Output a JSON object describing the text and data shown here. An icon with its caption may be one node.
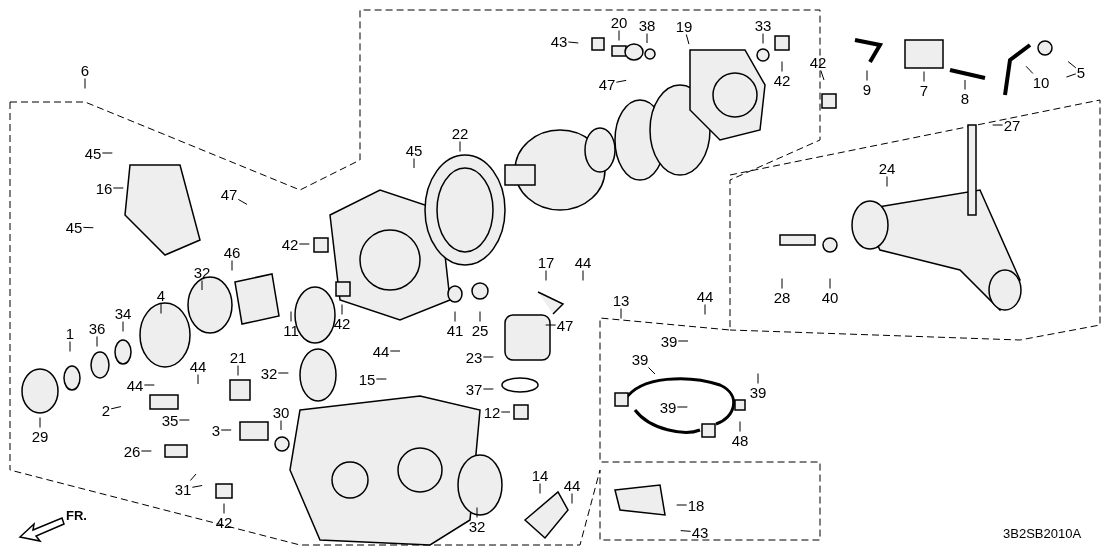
{
  "diagram": {
    "nodes": [
      {
        "text": [
          "6"
        ]
      },
      {
        "text": [
          "43"
        ]
      },
      {
        "text": [
          "20"
        ]
      },
      {
        "text": [
          "38"
        ]
      },
      {
        "text": [
          "19"
        ]
      },
      {
        "text": [
          "33"
        ]
      },
      {
        "text": [
          "47"
        ]
      },
      {
        "text": [
          "42"
        ]
      },
      {
        "text": [
          "42"
        ]
      },
      {
        "text": [
          "9"
        ]
      },
      {
        "text": [
          "7"
        ]
      },
      {
        "text": [
          "8"
        ]
      },
      {
        "text": [
          "5"
        ]
      },
      {
        "text": [
          "10"
        ]
      },
      {
        "text": [
          "45"
        ]
      },
      {
        "text": [
          "22"
        ]
      },
      {
        "text": [
          "45"
        ]
      },
      {
        "text": [
          "16"
        ]
      },
      {
        "text": [
          "27"
        ]
      },
      {
        "text": [
          "24"
        ]
      },
      {
        "text": [
          "47"
        ]
      },
      {
        "text": [
          "45"
        ]
      },
      {
        "text": [
          "42"
        ]
      },
      {
        "text": [
          "46"
        ]
      },
      {
        "text": [
          "17"
        ]
      },
      {
        "text": [
          "44"
        ]
      },
      {
        "text": [
          "32"
        ]
      },
      {
        "text": [
          "13"
        ]
      },
      {
        "text": [
          "44"
        ]
      },
      {
        "text": [
          "4"
        ]
      },
      {
        "text": [
          "28"
        ]
      },
      {
        "text": [
          "40"
        ]
      },
      {
        "text": [
          "34"
        ]
      },
      {
        "text": [
          "11"
        ]
      },
      {
        "text": [
          "42"
        ]
      },
      {
        "text": [
          "41"
        ]
      },
      {
        "text": [
          "25"
        ]
      },
      {
        "text": [
          "47"
        ]
      },
      {
        "text": [
          "1"
        ]
      },
      {
        "text": [
          "36"
        ]
      },
      {
        "text": [
          "39"
        ]
      },
      {
        "text": [
          "44"
        ]
      },
      {
        "text": [
          "23"
        ]
      },
      {
        "text": [
          "21"
        ]
      },
      {
        "text": [
          "39"
        ]
      },
      {
        "text": [
          "44"
        ]
      },
      {
        "text": [
          "32"
        ]
      },
      {
        "text": [
          "15"
        ]
      },
      {
        "text": [
          "44"
        ]
      },
      {
        "text": [
          "37"
        ]
      },
      {
        "text": [
          "39"
        ]
      },
      {
        "text": [
          "39"
        ]
      },
      {
        "text": [
          "2"
        ]
      },
      {
        "text": [
          "12"
        ]
      },
      {
        "text": [
          "30"
        ]
      },
      {
        "text": [
          "35"
        ]
      },
      {
        "text": [
          "3"
        ]
      },
      {
        "text": [
          "29"
        ]
      },
      {
        "text": [
          "48"
        ]
      },
      {
        "text": [
          "26"
        ]
      },
      {
        "text": [
          "14"
        ]
      },
      {
        "text": [
          "44"
        ]
      },
      {
        "text": [
          "31"
        ]
      },
      {
        "text": [
          "18"
        ]
      },
      {
        "text": [
          "42"
        ]
      },
      {
        "text": [
          "32"
        ]
      },
      {
        "text": [
          "43"
        ]
      }
    ],
    "edges": [
      {
        "from": 0,
        "to": null,
        "arrow": "none"
      },
      {
        "from": 1,
        "to": null,
        "arrow": "none"
      },
      {
        "from": 2,
        "to": null,
        "arrow": "none"
      },
      {
        "from": 3,
        "to": null,
        "arrow": "none"
      },
      {
        "from": 4,
        "to": null,
        "arrow": "none"
      },
      {
        "from": 5,
        "to": null,
        "arrow": "none"
      },
      {
        "from": 6,
        "to": null,
        "arrow": "none"
      },
      {
        "from": 7,
        "to": null,
        "arrow": "none"
      },
      {
        "from": 8,
        "to": null,
        "arrow": "none"
      },
      {
        "from": 9,
        "to": null,
        "arrow": "none"
      },
      {
        "from": 10,
        "to": null,
        "arrow": "none"
      },
      {
        "from": 11,
        "to": null,
        "arrow": "none"
      },
      {
        "from": 12,
        "to": null,
        "arrow": "none"
      },
      {
        "from": 12,
        "to": null,
        "arrow": "none"
      },
      {
        "from": 13,
        "to": null,
        "arrow": "none"
      },
      {
        "from": 14,
        "to": null,
        "arrow": "none"
      },
      {
        "from": 15,
        "to": null,
        "arrow": "none"
      },
      {
        "from": 16,
        "to": null,
        "arrow": "none"
      },
      {
        "from": 17,
        "to": null,
        "arrow": "none"
      },
      {
        "from": 18,
        "to": null,
        "arrow": "none"
      },
      {
        "from": 19,
        "to": null,
        "arrow": "none"
      },
      {
        "from": 20,
        "to": null,
        "arrow": "none"
      },
      {
        "from": 21,
        "to": null,
        "arrow": "none"
      },
      {
        "from": 22,
        "to": null,
        "arrow": "none"
      },
      {
        "from": 23,
        "to": null,
        "arrow": "none"
      },
      {
        "from": 24,
        "to": null,
        "arrow": "none"
      },
      {
        "from": 25,
        "to": null,
        "arrow": "none"
      },
      {
        "from": 26,
        "to": null,
        "arrow": "none"
      },
      {
        "from": 27,
        "to": null,
        "arrow": "none"
      },
      {
        "from": 28,
        "to": null,
        "arrow": "none"
      },
      {
        "from": 29,
        "to": null,
        "arrow": "none"
      },
      {
        "from": 30,
        "to": null,
        "arrow": "none"
      },
      {
        "from": 31,
        "to": null,
        "arrow": "none"
      },
      {
        "from": 32,
        "to": null,
        "arrow": "none"
      },
      {
        "from": 33,
        "to": null,
        "arrow": "none"
      },
      {
        "from": 34,
        "to": null,
        "arrow": "none"
      },
      {
        "from": 35,
        "to": null,
        "arrow": "none"
      },
      {
        "from": 36,
        "to": null,
        "arrow": "none"
      },
      {
        "from": 37,
        "to": null,
        "arrow": "none"
      },
      {
        "from": 38,
        "to": null,
        "arrow": "none"
      },
      {
        "from": 39,
        "to": null,
        "arrow": "none"
      },
      {
        "from": 40,
        "to": null,
        "arrow": "none"
      },
      {
        "from": 41,
        "to": null,
        "arrow": "none"
      },
      {
        "from": 42,
        "to": null,
        "arrow": "none"
      },
      {
        "from": 43,
        "to": null,
        "arrow": "none"
      },
      {
        "from": 44,
        "to": null,
        "arrow": "none"
      },
      {
        "from": 45,
        "to": null,
        "arrow": "none"
      },
      {
        "from": 46,
        "to": null,
        "arrow": "none"
      },
      {
        "from": 47,
        "to": null,
        "arrow": "none"
      },
      {
        "from": 48,
        "to": null,
        "arrow": "none"
      },
      {
        "from": 49,
        "to": null,
        "arrow": "none"
      },
      {
        "from": 50,
        "to": null,
        "arrow": "none"
      },
      {
        "from": 51,
        "to": null,
        "arrow": "none"
      },
      {
        "from": 52,
        "to": null,
        "arrow": "none"
      },
      {
        "from": 53,
        "to": null,
        "arrow": "none"
      },
      {
        "from": 54,
        "to": null,
        "arrow": "none"
      },
      {
        "from": 55,
        "to": null,
        "arrow": "none"
      },
      {
        "from": 56,
        "to": null,
        "arrow": "none"
      },
      {
        "from": 57,
        "to": null,
        "arrow": "none"
      },
      {
        "from": 58,
        "to": null,
        "arrow": "none"
      },
      {
        "from": 59,
        "to": null,
        "arrow": "none"
      },
      {
        "from": 60,
        "to": null,
        "arrow": "none"
      },
      {
        "from": 61,
        "to": null,
        "arrow": "none"
      },
      {
        "from": 62,
        "to": null,
        "arrow": "none"
      },
      {
        "from": 62,
        "to": null,
        "arrow": "none"
      },
      {
        "from": 63,
        "to": null,
        "arrow": "none"
      },
      {
        "from": 64,
        "to": null,
        "arrow": "none"
      },
      {
        "from": 65,
        "to": null,
        "arrow": "none"
      },
      {
        "from": 66,
        "to": null,
        "arrow": "none"
      }
    ],
    "labels": [
      "FR.",
      "3B2SB2010A"
    ]
  }
}
